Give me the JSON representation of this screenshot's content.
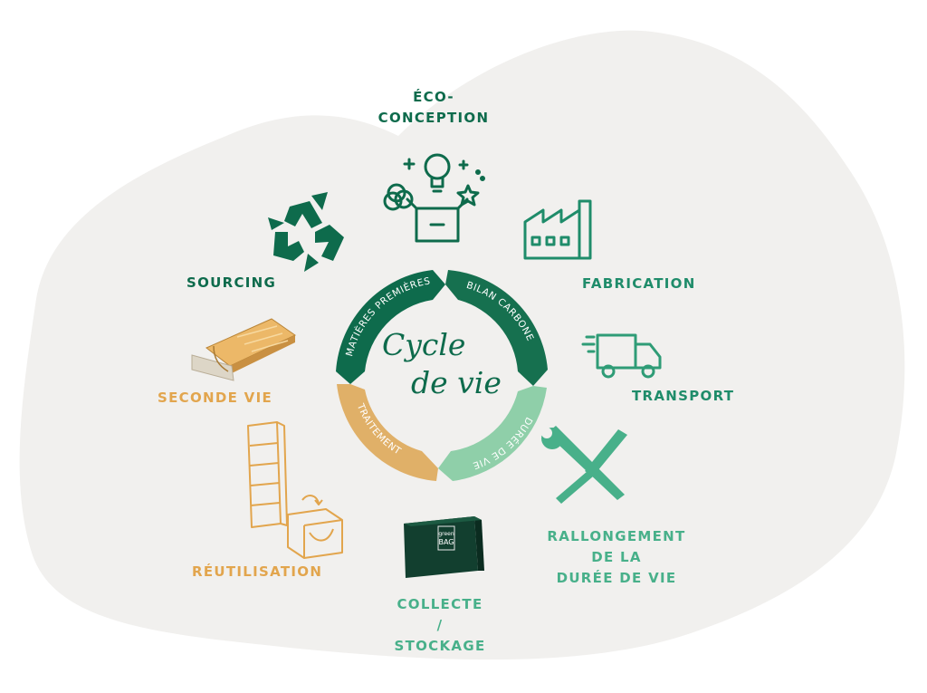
{
  "center": {
    "title_line1": "Cycle",
    "title_line2": "de vie"
  },
  "ring_segments": [
    {
      "label": "MATIÈRES PREMIÈRES",
      "color": "#0e6b4c"
    },
    {
      "label": "BILAN CARBONE",
      "color": "#16704f"
    },
    {
      "label": "DURÉE DE VIE",
      "color": "#8fcfa9"
    },
    {
      "label": "TRAITEMENT",
      "color": "#e0b068"
    }
  ],
  "stages": {
    "eco_conception": {
      "line1": "ÉCO-",
      "line2": "CONCEPTION",
      "icon": "lightbulb-box-icon"
    },
    "sourcing": {
      "label": "SOURCING",
      "icon": "recycle-icon"
    },
    "fabrication": {
      "label": "FABRICATION",
      "icon": "factory-icon"
    },
    "transport": {
      "label": "TRANSPORT",
      "icon": "delivery-truck-icon"
    },
    "rallongement": {
      "line1": "RALLONGEMENT",
      "line2": "DE LA",
      "line3": "DURÉE DE VIE",
      "icon": "wrench-screwdriver-icon"
    },
    "collecte": {
      "line1": "COLLECTE",
      "line2": "/",
      "line3": "STOCKAGE",
      "icon": "storage-bag-icon"
    },
    "reutilisation": {
      "label": "RÉUTILISATION",
      "icon": "shelf-box-icon"
    },
    "seconde_vie": {
      "label": "SECONDE VIE",
      "icon": "cardboard-panel-icon"
    }
  },
  "bag": {
    "brand_line1": "green",
    "brand_line2": "BAG"
  },
  "colors": {
    "dark_green": "#0e6b4c",
    "mid_green": "#1f8c6a",
    "light_green": "#48b08a",
    "tan": "#e2a54d",
    "blob": "#f1f0ee"
  }
}
